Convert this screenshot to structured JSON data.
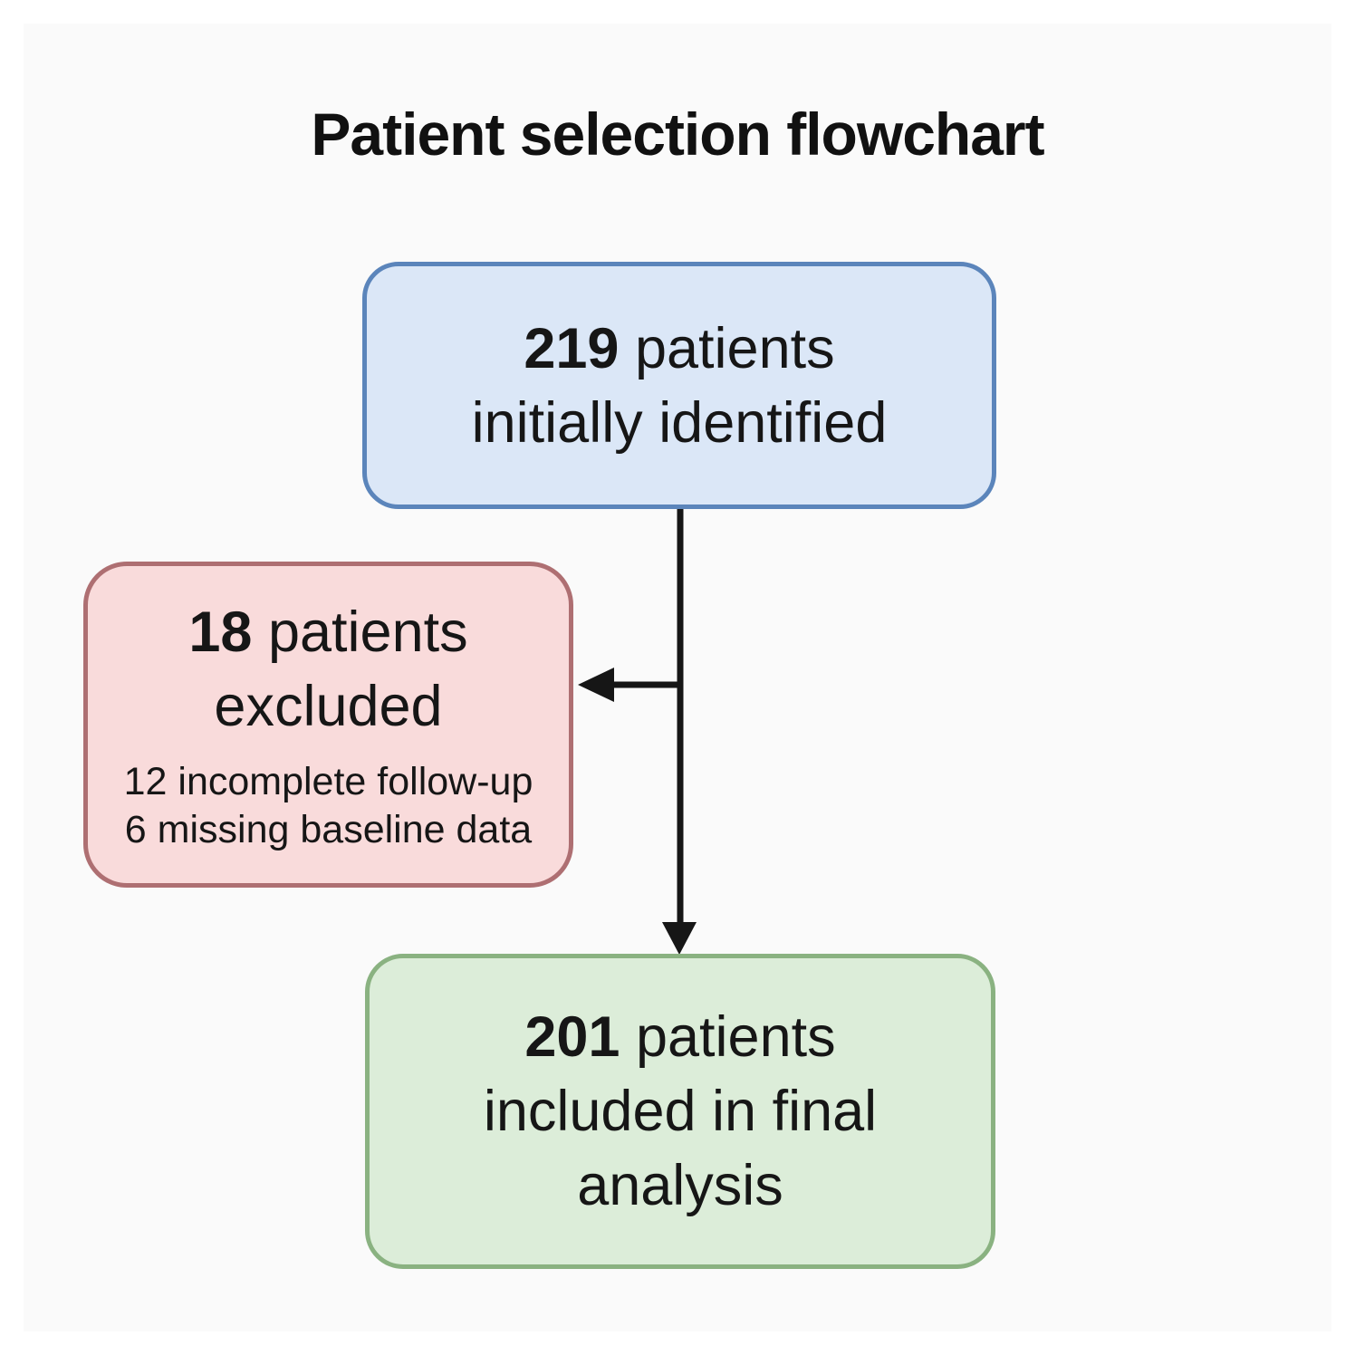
{
  "title": "Patient selection flowchart",
  "colors": {
    "background": "#fafafa",
    "title_text": "#111111",
    "body_text": "#161616",
    "arrow": "#161616",
    "identified_fill": "#dbe7f7",
    "identified_border": "#5b85bb",
    "excluded_fill": "#f9dbdb",
    "excluded_border": "#ae6f72",
    "included_fill": "#dcedd9",
    "included_border": "#8ab281"
  },
  "nodes": {
    "identified": {
      "count": "219",
      "count_suffix": " patients",
      "line2": "initially identified"
    },
    "excluded": {
      "count": "18",
      "count_suffix": " patients",
      "line2": "excluded",
      "details": [
        "12 incomplete follow-up",
        "6 missing baseline data"
      ]
    },
    "included": {
      "count": "201",
      "count_suffix": " patients",
      "line2": "included in final",
      "line3": "analysis"
    }
  },
  "edges": [
    {
      "from": "identified",
      "to": "included",
      "type": "vertical-arrow"
    },
    {
      "from": "identified",
      "to": "excluded",
      "type": "branch-arrow-left"
    }
  ]
}
